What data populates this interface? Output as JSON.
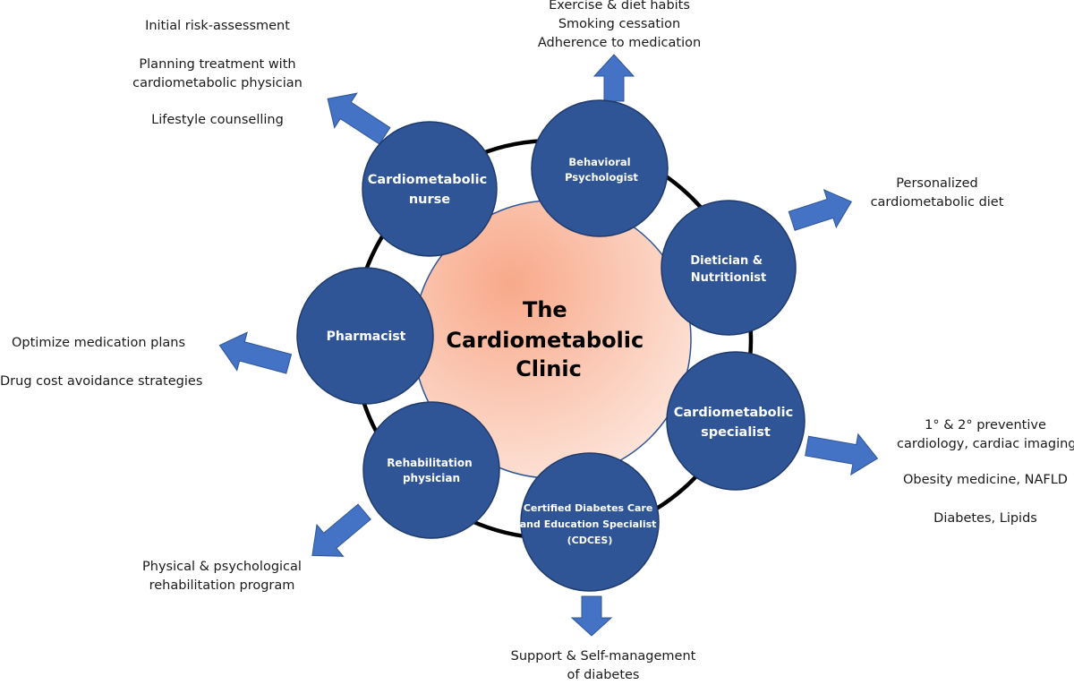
{
  "center": {
    "title_lines": [
      "The",
      "Cardiometabolic",
      "Clinic"
    ]
  },
  "roles": [
    {
      "id": "nurse",
      "lines": [
        "Cardiometabolic",
        "nurse"
      ]
    },
    {
      "id": "psychologist",
      "lines": [
        "Behavioral",
        "Psychologist"
      ]
    },
    {
      "id": "dietician",
      "lines": [
        "Dietician &",
        "Nutritionist"
      ]
    },
    {
      "id": "specialist",
      "lines": [
        "Cardiometabolic",
        "specialist"
      ]
    },
    {
      "id": "cdces",
      "lines": [
        "Certified Diabetes Care",
        "and Education Specialist",
        "(CDCES)"
      ]
    },
    {
      "id": "rehab",
      "lines": [
        "Rehabilitation",
        "physician"
      ]
    },
    {
      "id": "pharmacist",
      "lines": [
        "Pharmacist"
      ]
    }
  ],
  "annotations": {
    "nurse": {
      "item1": "Initial risk-assessment",
      "item2_line1": "Planning treatment with",
      "item2_line2": "cardiometabolic physician",
      "item3": "Lifestyle counselling"
    },
    "psychologist": {
      "line1": "Exercise & diet habits",
      "line2": "Smoking cessation",
      "line3": "Adherence to medication"
    },
    "dietician": {
      "line1": "Personalized",
      "line2": "cardiometabolic diet"
    },
    "specialist": {
      "item1_line1": "1° & 2° preventive",
      "item1_line2": "cardiology, cardiac imaging",
      "item2": "Obesity medicine, NAFLD",
      "item3": "Diabetes, Lipids"
    },
    "cdces": {
      "line1": "Support & Self-management",
      "line2": "of diabetes"
    },
    "rehab": {
      "line1": "Physical & psychological",
      "line2": "rehabilitation program"
    },
    "pharmacist": {
      "item1": "Optimize medication plans",
      "item2": "Drug cost avoidance strategies"
    }
  },
  "colors": {
    "role_circle": "#2F5597",
    "role_circle_stroke": "#1F3A6B",
    "arrow": "#4472C4",
    "center_gradient_start": "#F8A98A",
    "center_gradient_end": "#FDE3D8",
    "ring": "#000000"
  }
}
